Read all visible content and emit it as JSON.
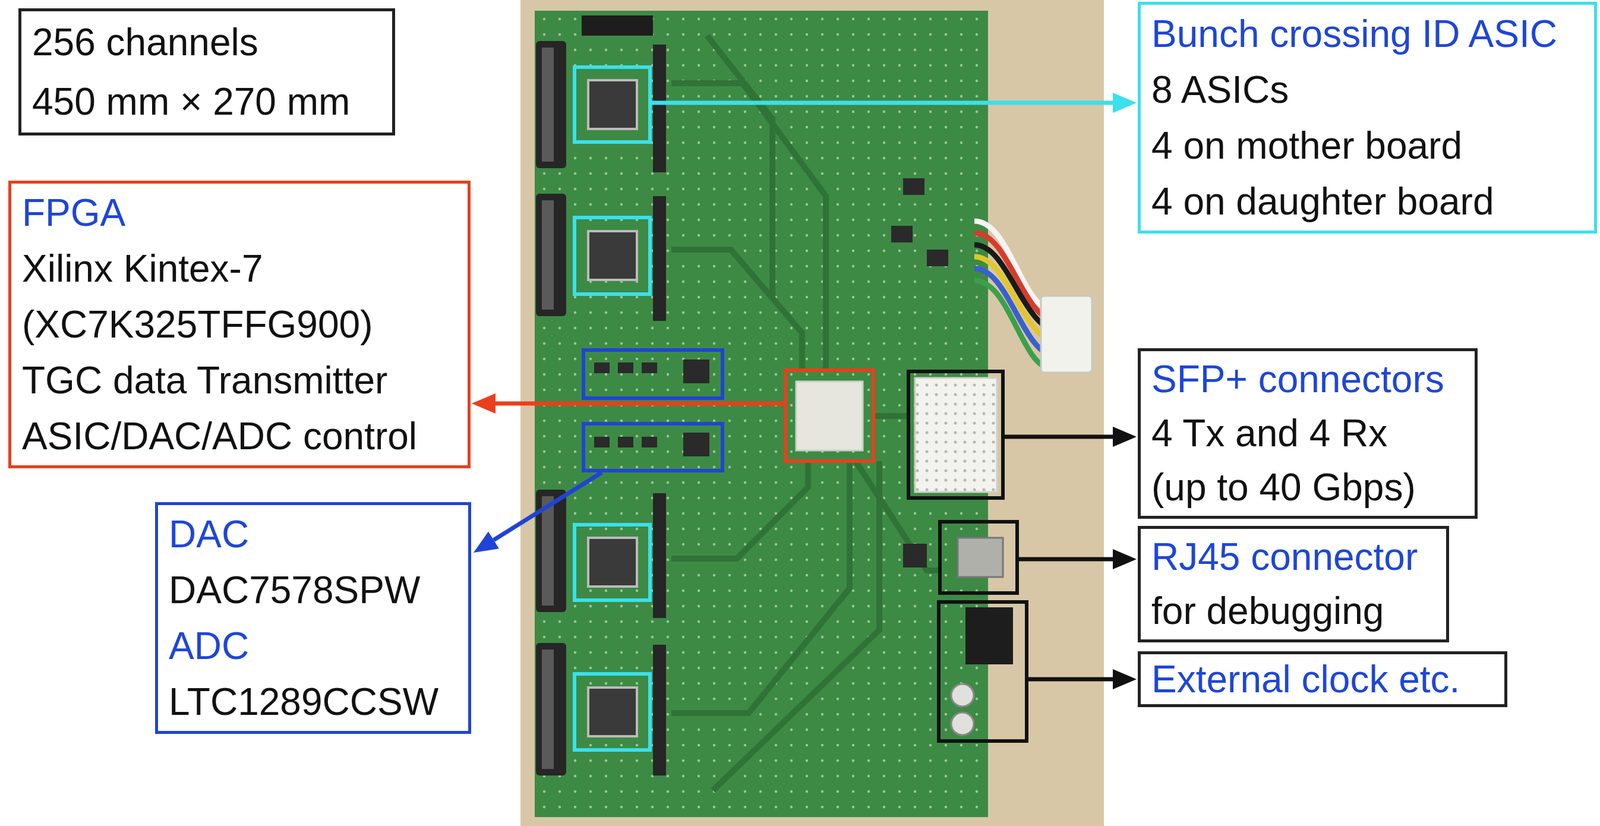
{
  "diagram": {
    "nodes": [
      {
        "text": [
          "256 channels",
          "450 mm × 270 mm"
        ]
      },
      {
        "text": [
          "Bunch crossing ID ASIC",
          "8 ASICs",
          "4 on mother board",
          "4 on daughter board"
        ]
      },
      {
        "text": [
          "FPGA",
          "Xilinx Kintex-7",
          "(XC7K325TFFG900)",
          "TGC data Transmitter",
          "ASIC/DAC/ADC control"
        ]
      },
      {
        "text": [
          "SFP+ connectors",
          "4 Tx and 4 Rx",
          "(up to 40 Gbps)"
        ]
      },
      {
        "text": [
          "DAC",
          "DAC7578SPW",
          "ADC",
          "LTC1289CCSW"
        ]
      },
      {
        "text": [
          "RJ45 connector",
          "for debugging"
        ]
      },
      {
        "text": [
          "External clock etc."
        ]
      }
    ]
  }
}
